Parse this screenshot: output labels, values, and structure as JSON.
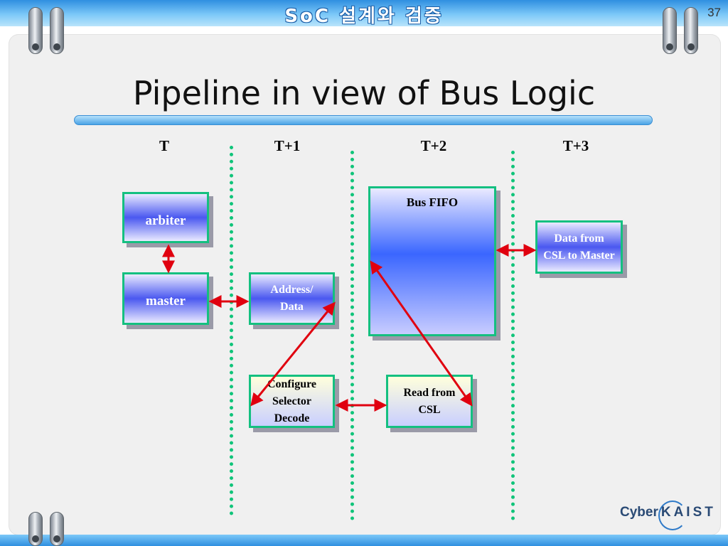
{
  "header": {
    "title": "SoC 설계와 검증",
    "page_number": "37"
  },
  "slide": {
    "title": "Pipeline in view of Bus Logic"
  },
  "stages": [
    "T",
    "T+1",
    "T+2",
    "T+3"
  ],
  "boxes": {
    "arbiter": "arbiter",
    "master": "master",
    "address_data": "Address/ Data",
    "configure": "Configure Selector Decode",
    "bus_fifo": "Bus FIFO",
    "read_from_csl": "Read from CSL",
    "data_from_csl": "Data from CSL to Master"
  },
  "footer": {
    "logo_prefix": "Cyber",
    "logo_name": "KAIST"
  },
  "colors": {
    "arrow": "#e0000f",
    "divider": "#10c47a",
    "box_border": "#14c080"
  }
}
